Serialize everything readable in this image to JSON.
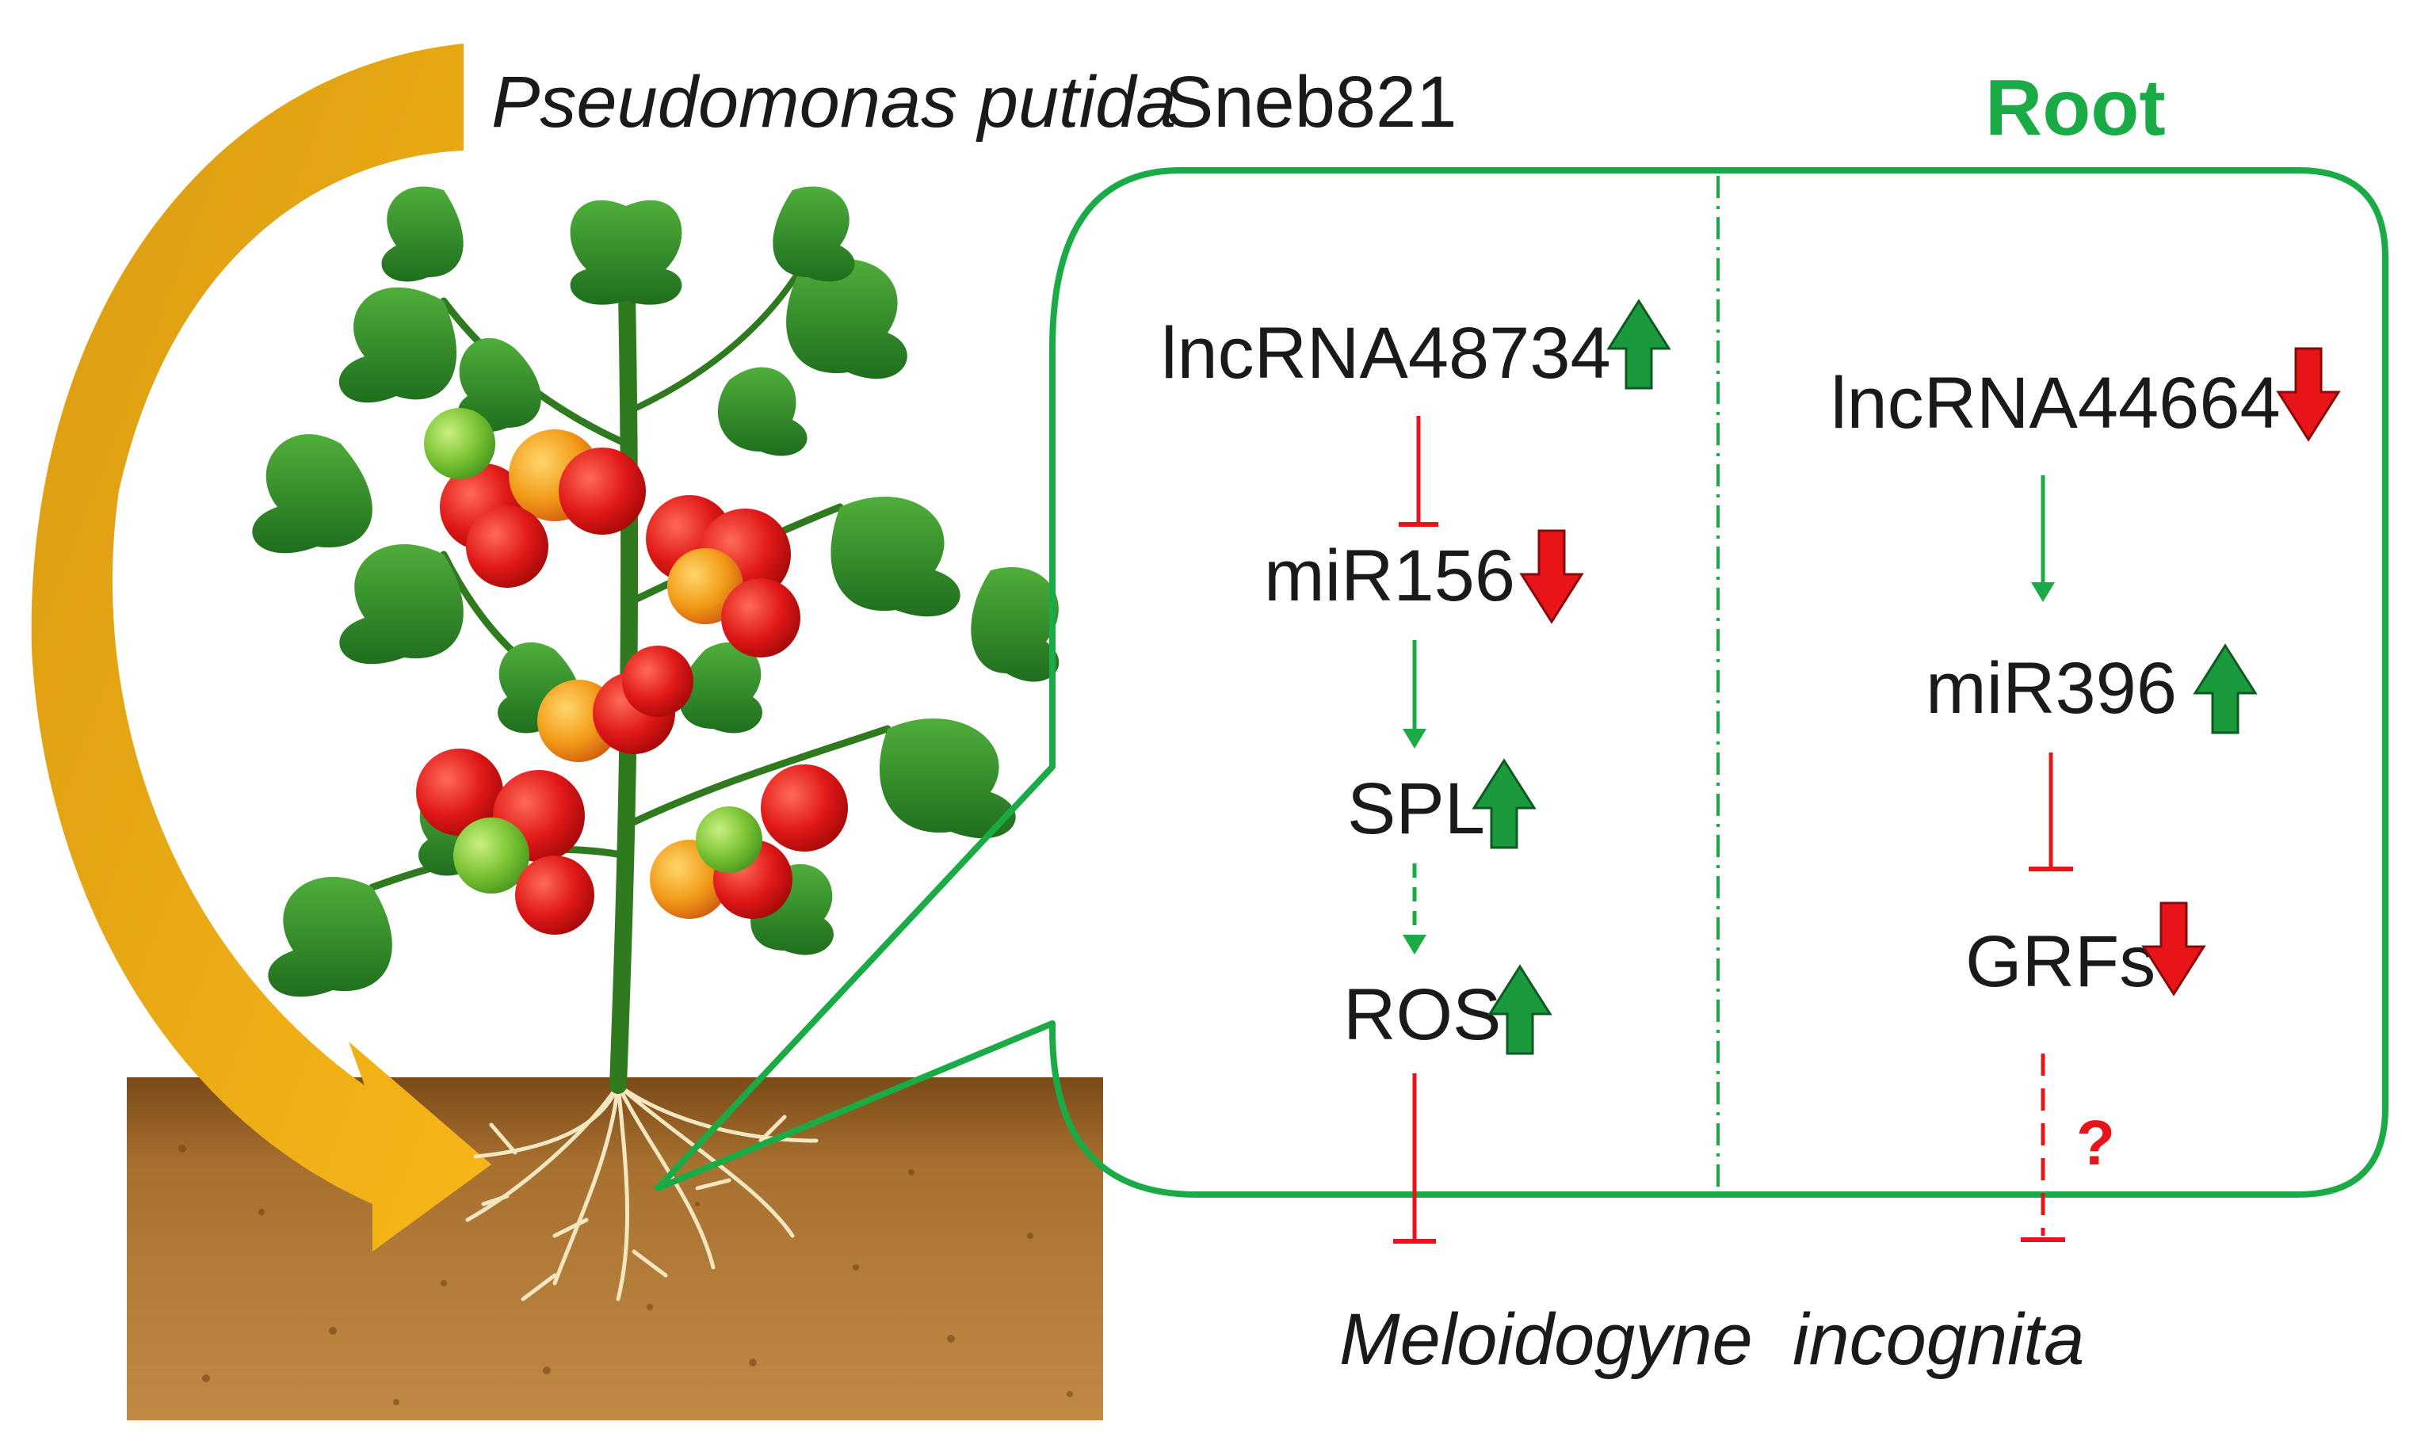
{
  "colors": {
    "green_frame": "#1aab46",
    "arrow_green": "#1a9a3c",
    "arrow_red": "#e8141a",
    "inhibit_red": "#e8141a",
    "promote_green": "#1aab46",
    "soil": "#b07a3a",
    "soil_dark": "#8a5a22",
    "orange_arrow": "#f0b020",
    "root_color": "#f2e6c0"
  },
  "header": {
    "organism_genus_species": "Pseudomonas putida",
    "strain": "Sneb821",
    "root_title": "Root"
  },
  "left_pathway": {
    "nodes": [
      {
        "id": "lncRNA48734",
        "label": "lncRNA48734",
        "regulation": "up"
      },
      {
        "id": "miR156",
        "label": "miR156",
        "regulation": "down"
      },
      {
        "id": "SPL",
        "label": "SPL",
        "regulation": "up"
      },
      {
        "id": "ROS",
        "label": "ROS",
        "regulation": "up"
      }
    ],
    "links": [
      {
        "from": "lncRNA48734",
        "to": "miR156",
        "type": "inhibit"
      },
      {
        "from": "miR156",
        "to": "SPL",
        "type": "promote"
      },
      {
        "from": "SPL",
        "to": "ROS",
        "type": "promote-dashed"
      },
      {
        "from": "ROS",
        "to": "Meloidogyne incognita",
        "type": "inhibit"
      }
    ]
  },
  "right_pathway": {
    "nodes": [
      {
        "id": "lncRNA44664",
        "label": "lncRNA44664",
        "regulation": "down"
      },
      {
        "id": "miR396",
        "label": "miR396",
        "regulation": "up"
      },
      {
        "id": "GRFs",
        "label": "GRFs",
        "regulation": "down"
      }
    ],
    "links": [
      {
        "from": "lncRNA44664",
        "to": "miR396",
        "type": "promote"
      },
      {
        "from": "miR396",
        "to": "GRFs",
        "type": "inhibit"
      },
      {
        "from": "GRFs",
        "to": "Meloidogyne incognita",
        "type": "inhibit-dashed"
      }
    ],
    "question_mark": "?"
  },
  "target": {
    "genus": "Meloidogyne",
    "species": "incognita"
  }
}
